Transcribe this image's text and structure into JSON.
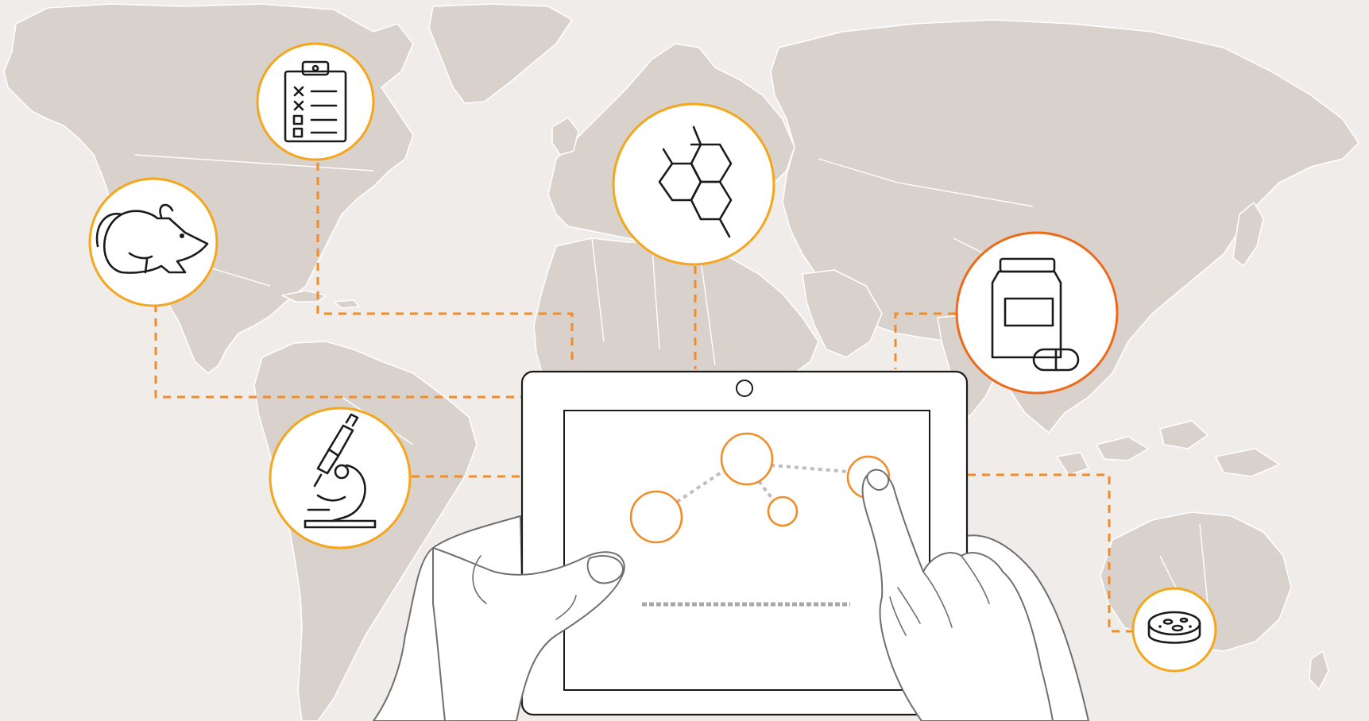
{
  "colors": {
    "background": "#efecea",
    "land": "#d9d1cb",
    "accent_orange": "#f28c28",
    "ring_amber": "#f4a61d",
    "ring_deep_orange": "#ee6a1a",
    "icon": "#1b1b1b"
  },
  "badges": [
    {
      "id": "clipboard",
      "icon": "clipboard-checklist-icon"
    },
    {
      "id": "mouse",
      "icon": "lab-mouse-icon"
    },
    {
      "id": "molecule",
      "icon": "hexagon-molecule-icon"
    },
    {
      "id": "microscope",
      "icon": "microscope-icon"
    },
    {
      "id": "medicine",
      "icon": "medicine-bottle-pill-icon"
    },
    {
      "id": "petri-dish",
      "icon": "petri-dish-icon"
    }
  ],
  "tablet": {
    "icon": "tablet-device-icon",
    "screen_graphic": "network-nodes-chart"
  }
}
